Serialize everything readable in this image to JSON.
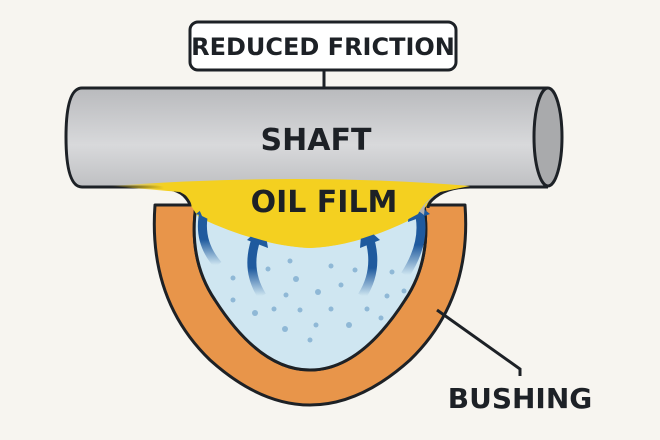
{
  "diagram": {
    "title": "Reduced friction journal bearing",
    "labels": {
      "top_callout": "REDUCED FRICTION",
      "shaft": "SHAFT",
      "oil_film": "OIL FILM",
      "bushing": "BUSHING"
    },
    "arrows": {
      "count": 4,
      "direction": "upward-curved",
      "meaning": "oil flow toward shaft"
    },
    "colors": {
      "background": "#f7f5f0",
      "shaft": "#c8c9cb",
      "shaft_end": "#a9aaac",
      "oil_film": "#f4d020",
      "oil_reservoir": "#cfe6f1",
      "bushing": "#e8954a",
      "arrow": "#1f5a9e",
      "outline": "#1d2126"
    }
  }
}
